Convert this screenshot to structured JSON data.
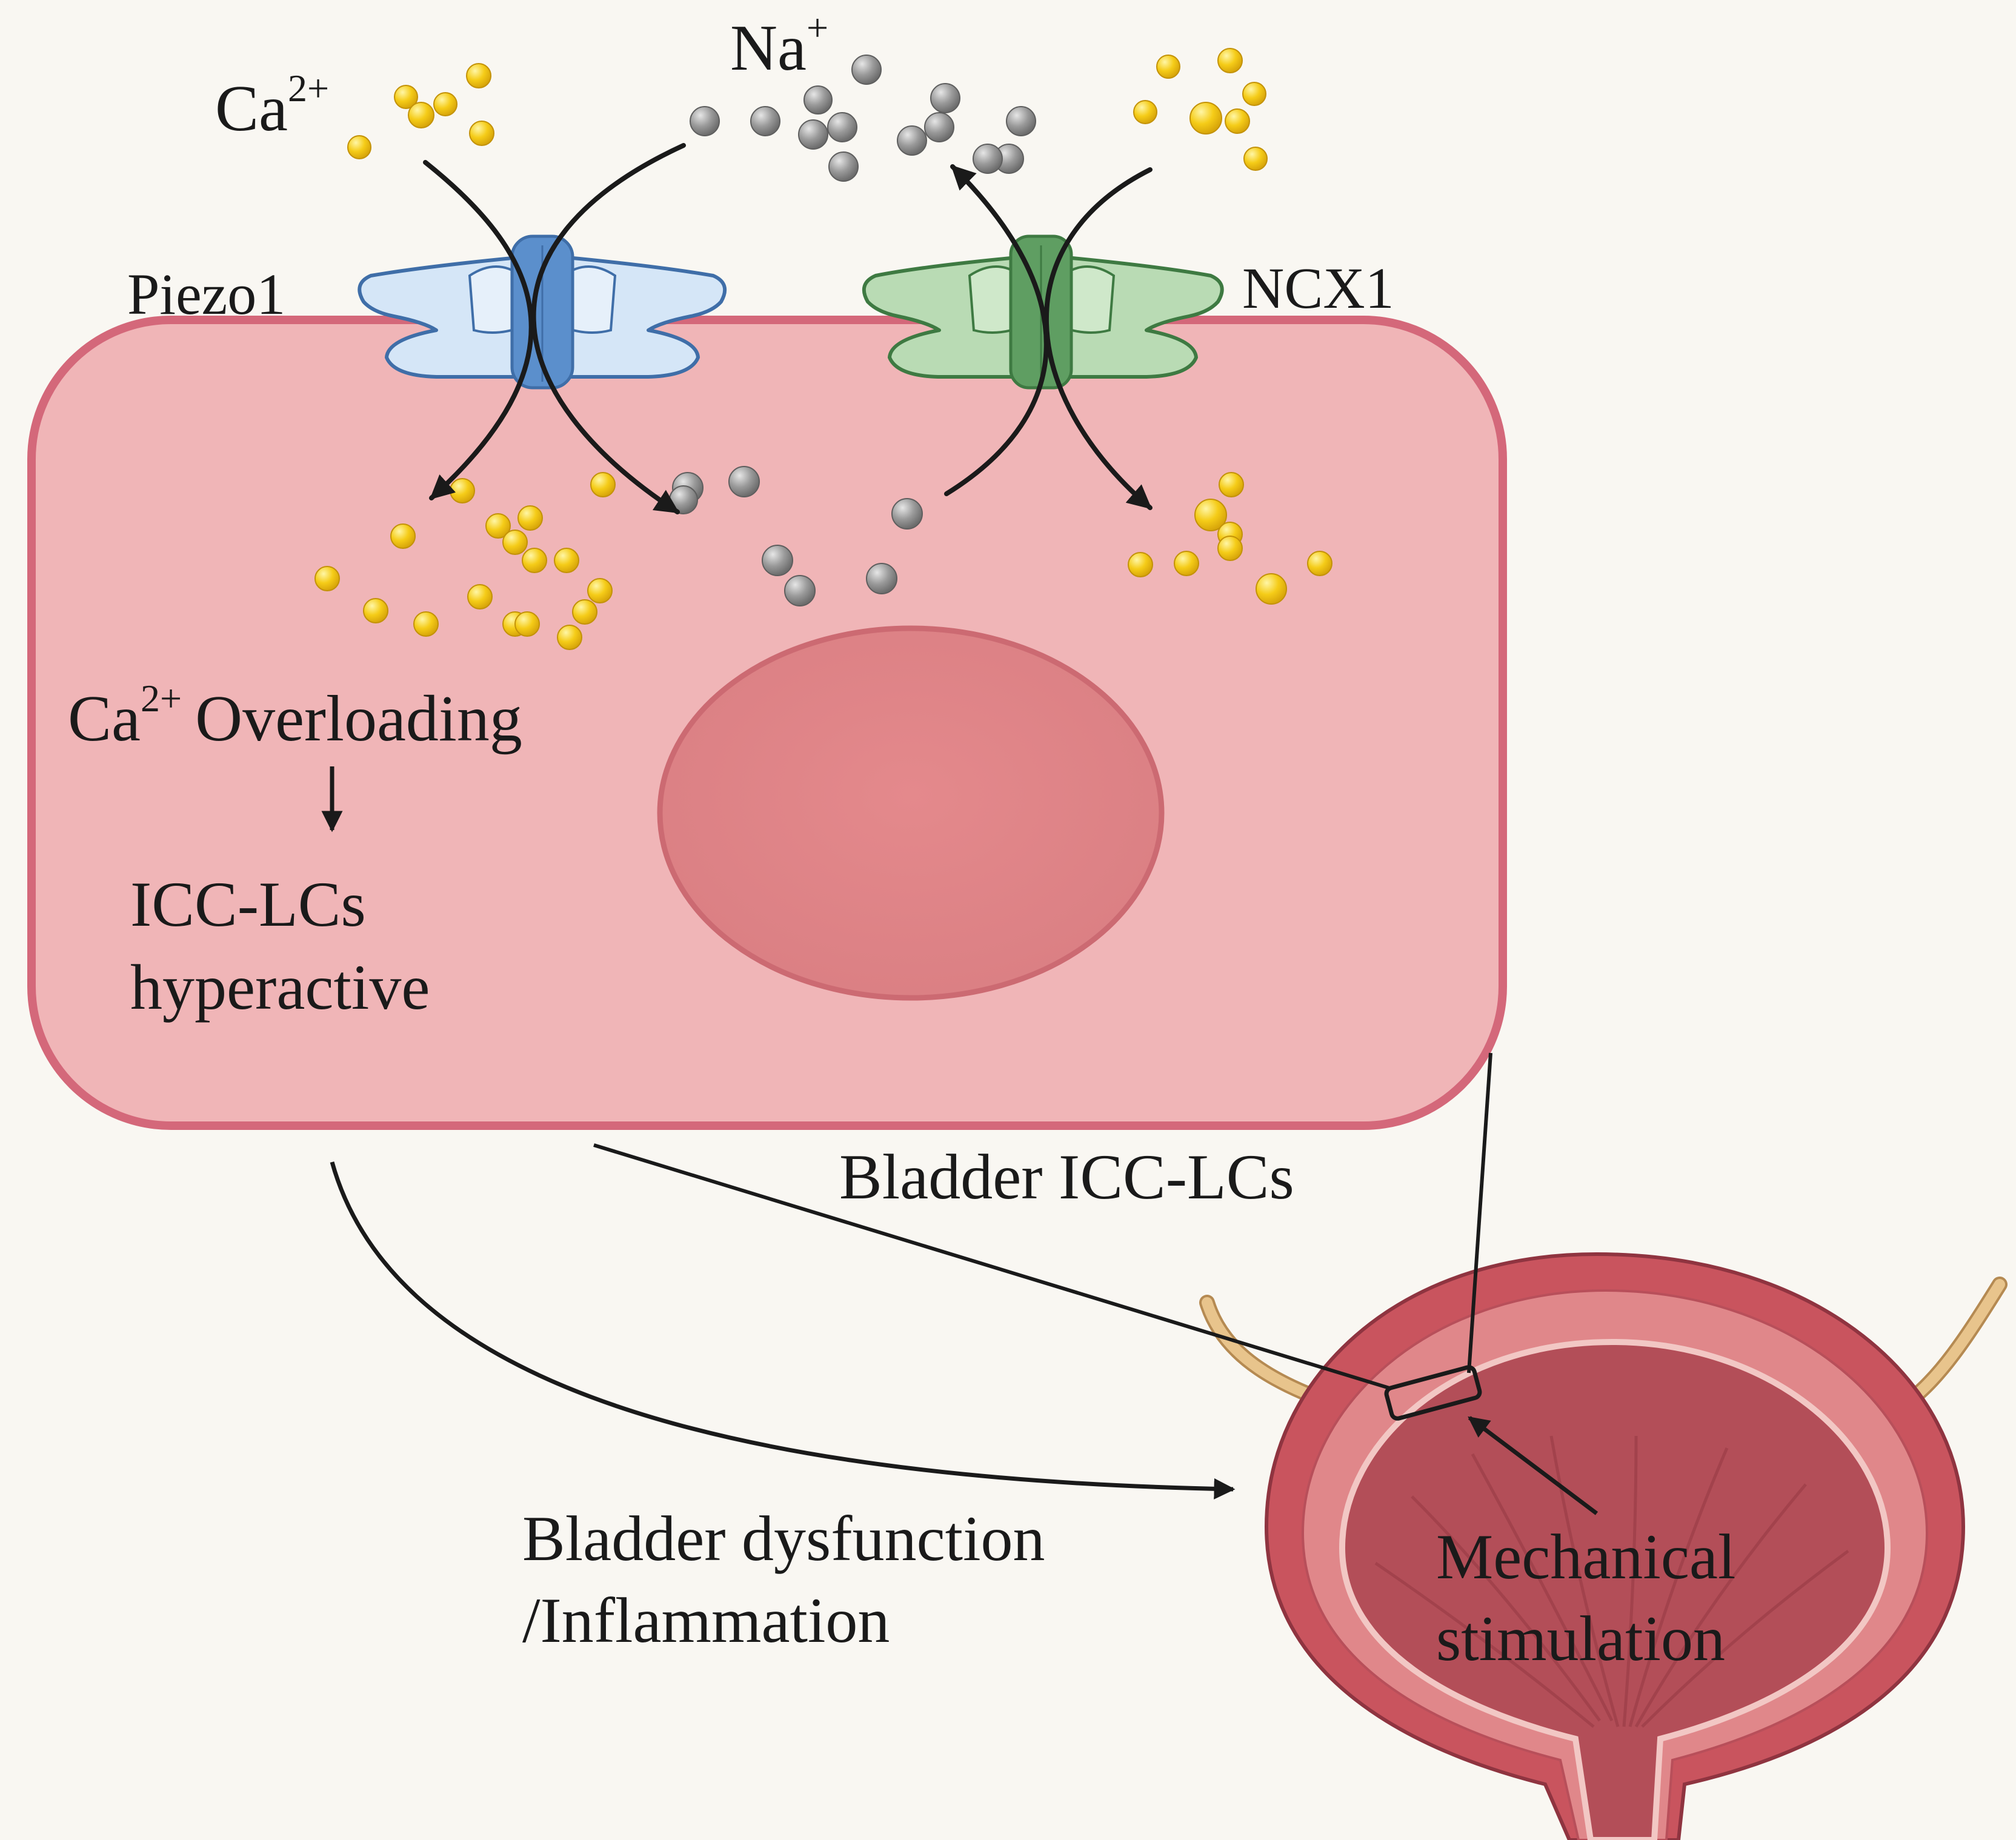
{
  "labels": {
    "ca_ion": "Ca",
    "ca_charge": "2+",
    "na_ion": "Na",
    "na_charge": "+",
    "piezo1": "Piezo1",
    "ncx1": "NCX1",
    "overload_ion": "Ca",
    "overload_charge": "2+",
    "overload_text": "Overloading",
    "hyperactive_line1": "ICC-LCs",
    "hyperactive_line2": "hyperactive",
    "cell_name": "Bladder ICC-LCs",
    "dysfunction_line1": "Bladder dysfunction",
    "dysfunction_line2": "/Inflammation",
    "mechanical_line1": "Mechanical",
    "mechanical_line2": "stimulation"
  },
  "colors": {
    "background": "#f9f7f2",
    "cell_fill": "#f0b5b7",
    "cell_border": "#d4687a",
    "nucleus_fill": "#e08a8c",
    "nucleus_border": "#cc6a72",
    "piezo1_fill": "#d5e6f7",
    "piezo1_pore": "#5b8fcc",
    "ncx1_fill": "#b9dbb4",
    "ncx1_pore": "#5f9e62",
    "calcium_ion": "#f5cc18",
    "sodium_ion": "#8f8f8f",
    "bladder_wall": "#c9545e",
    "bladder_lumen": "#b34e58",
    "ureter": "#e8c48c",
    "arrow": "#1a1a1a"
  },
  "icons": {
    "calcium": "yellow-sphere",
    "sodium": "gray-sphere",
    "piezo1": "mechanosensitive-channel",
    "ncx1": "exchanger-transporter",
    "bladder": "bladder-cross-section"
  }
}
